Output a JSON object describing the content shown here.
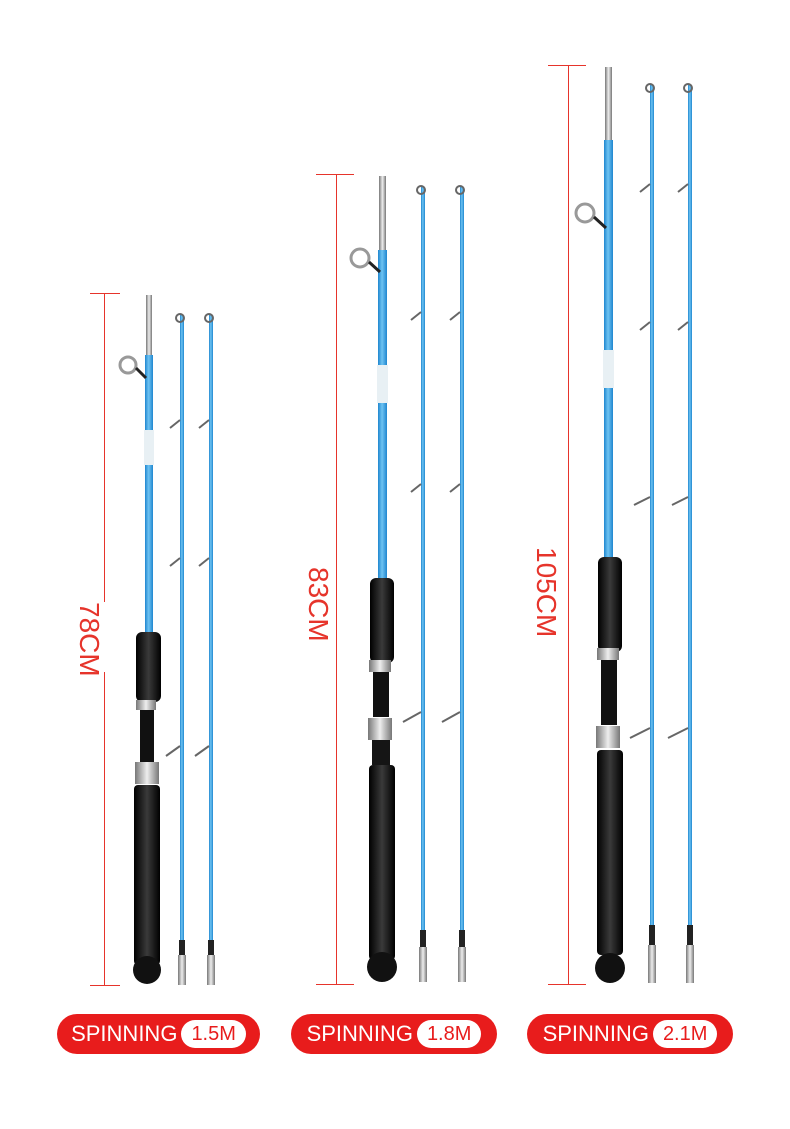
{
  "rods": [
    {
      "length_label": "78CM",
      "type_label": "SPINNING",
      "size_label": "1.5M"
    },
    {
      "length_label": "83CM",
      "type_label": "SPINNING",
      "size_label": "1.8M"
    },
    {
      "length_label": "105CM",
      "type_label": "SPINNING",
      "size_label": "2.1M"
    }
  ],
  "colors": {
    "blank": "#3aa6e6",
    "handle": "#1a1a1a",
    "accent": "#e81c1c",
    "dimension": "#e6342b"
  }
}
